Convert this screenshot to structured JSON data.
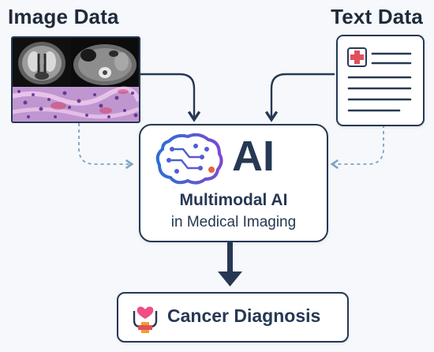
{
  "inputs": {
    "image_title": "Image Data",
    "text_title": "Text Data"
  },
  "center": {
    "ai_label": "AI",
    "line1": "Multimodal AI",
    "line2": "in Medical Imaging"
  },
  "output": {
    "label": "Cancer Diagnosis"
  },
  "colors": {
    "navy": "#263854",
    "dashed_arrow": "#7aa3c6",
    "brain_blue": "#2b6fd6",
    "brain_purple": "#7a4ad0",
    "plus_red": "#e0505a",
    "plus_orange": "#f39c2c",
    "heart_pink": "#ef4f86"
  },
  "icons": [
    "mri-scan-image",
    "ct-scan-image",
    "histology-image",
    "medical-document-icon",
    "ai-brain-icon",
    "stethoscope-heart-icon"
  ]
}
